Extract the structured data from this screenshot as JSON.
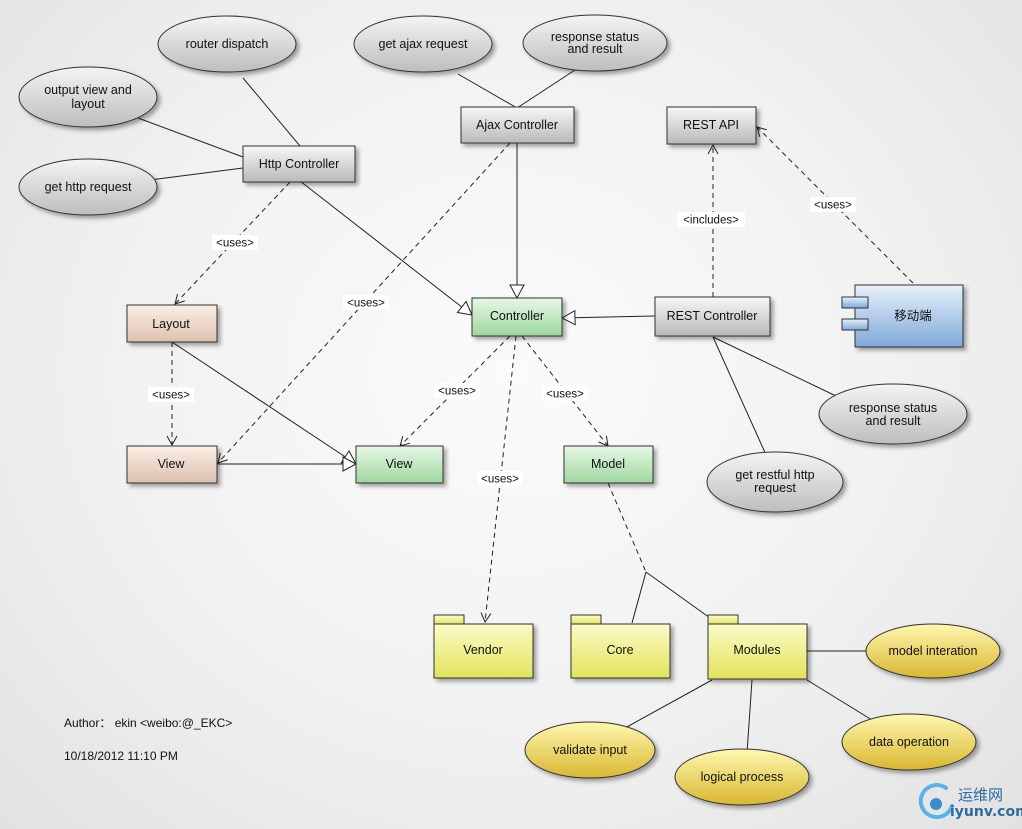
{
  "nodes": {
    "router_dispatch": "router dispatch",
    "output_view_1": "output view and",
    "output_view_2": "layout",
    "get_http_request": "get http request",
    "http_controller": "Http Controller",
    "get_ajax_request": "get ajax request",
    "response_status_1a": "response status",
    "response_status_1b": "and result",
    "ajax_controller": "Ajax Controller",
    "rest_api": "REST API",
    "layout": "Layout",
    "controller": "Controller",
    "rest_controller": "REST Controller",
    "mobile": "移动端",
    "view_left": "View",
    "view_mid": "View",
    "model": "Model",
    "response_status_2a": "response status",
    "response_status_2b": "and result",
    "get_restful_1": "get restful http",
    "get_restful_2": "request",
    "vendor": "Vendor",
    "core": "Core",
    "modules": "Modules",
    "model_interation": "model interation",
    "validate_input": "validate input",
    "logical_process": "logical process",
    "data_operation": "data operation"
  },
  "edge_labels": {
    "uses": "<uses>",
    "includes": "<includes>"
  },
  "footer": {
    "author_label": "Author：",
    "author_name": "ekin <weibo:@_EKC>",
    "datetime": "10/18/2012 11:10 PM"
  },
  "watermark": {
    "cn": "运维网",
    "domain": "iyunv.com"
  },
  "colors": {
    "gray_top": "#f7f7f7",
    "gray_bottom": "#b9b9b9",
    "green_top": "#e6f7e6",
    "green_bottom": "#9fd79f",
    "pink_top": "#fbeee4",
    "pink_bottom": "#ddc1b0",
    "yellow_top": "#fbfbc8",
    "yellow_bottom": "#e3e35c",
    "blue_top": "#e8f1fb",
    "blue_bottom": "#7ea8d8",
    "gold_top": "#fff7b0",
    "gold_bottom": "#d9b730"
  }
}
